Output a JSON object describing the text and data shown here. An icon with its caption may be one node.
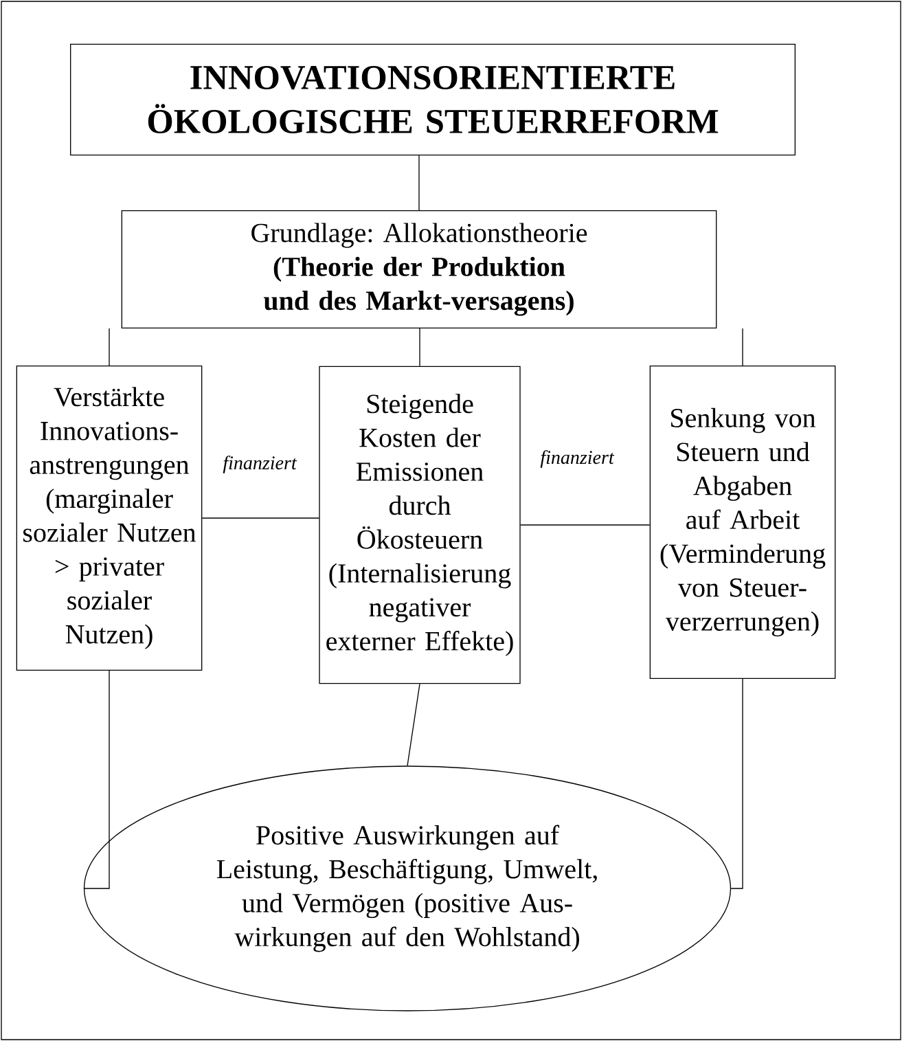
{
  "diagram": {
    "nodes": [
      {
        "text": [
          "INNOVATIONSORIENTIERTE ÖKOLOGISCHE STEUERREFORM"
        ]
      },
      {
        "text": [
          "Grundlage: Allokationstheorie",
          "(Theorie der Produktion und des Markt-versagens)"
        ]
      },
      {
        "text": [
          "Verstärkte Innovations-anstrengungen (marginaler sozialer Nutzen > privater sozialer Nutzen)"
        ]
      },
      {
        "text": [
          "Steigende Kosten der Emissionen durch Ökosteuern (Internalisierung negativer externer Effekte)"
        ]
      },
      {
        "text": [
          "Senkung von Steuern und Abgaben auf Arbeit (Verminderung von Steuer-verzerrungen)"
        ]
      },
      {
        "text": [
          "Positive Auswirkungen auf Leistung, Beschäftigung, Umwelt, und Vermögen (positive Aus-wirkungen auf den Wohlstand)"
        ]
      }
    ],
    "edges": [
      {
        "from": 0,
        "to": 1,
        "arrow": "none"
      },
      {
        "from": 1,
        "to": 2,
        "arrow": "none"
      },
      {
        "from": 1,
        "to": 3,
        "arrow": "none"
      },
      {
        "from": 1,
        "to": 4,
        "arrow": "none"
      },
      {
        "from": 2,
        "to": 3,
        "arrow": "none",
        "label": "finanziert"
      },
      {
        "from": 3,
        "to": 4,
        "arrow": "none",
        "label": "finanziert"
      },
      {
        "from": 2,
        "to": 5,
        "arrow": "none"
      },
      {
        "from": 3,
        "to": 5,
        "arrow": "none"
      },
      {
        "from": 4,
        "to": 5,
        "arrow": "none"
      }
    ]
  }
}
